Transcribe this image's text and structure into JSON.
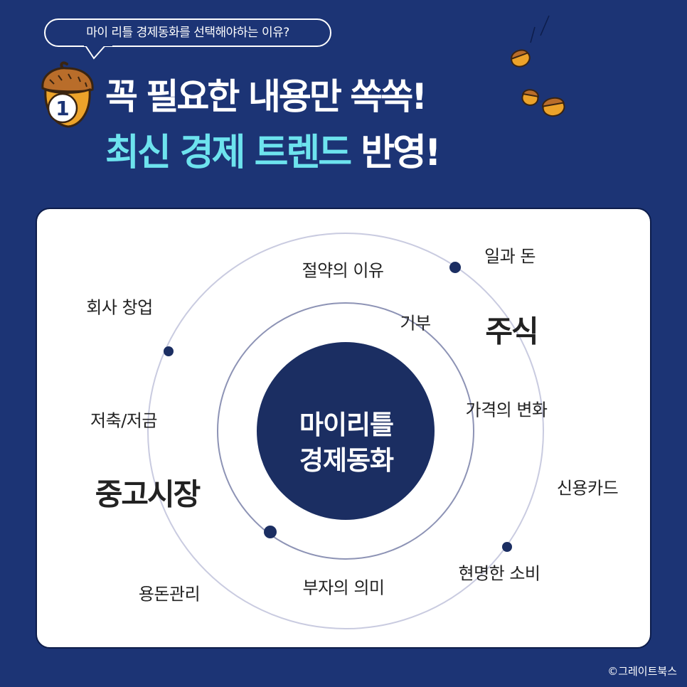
{
  "bubble_text": "마이 리틀 경제동화를 선택해야하는 이유?",
  "badge_number": "1",
  "headline_line1": "꼭 필요한 내용만 쏙쏙!",
  "headline_line2_highlight": "최신 경제 트렌드",
  "headline_line2_rest": " 반영!",
  "center_line1": "마이리틀",
  "center_line2": "경제동화",
  "words": {
    "w1": "절약의 이유",
    "w2": "일과 돈",
    "w3": "회사 창업",
    "w4": "기부",
    "w5": "주식",
    "w6": "가격의 변화",
    "w7": "저축/저금",
    "w8": "중고시장",
    "w9": "신용카드",
    "w10": "현명한 소비",
    "w11": "부자의 의미",
    "w12": "용돈관리"
  },
  "copyright": "©그레이트북스",
  "colors": {
    "background": "#1c3475",
    "highlight": "#6de3ee",
    "center_circle": "#1b2e62",
    "acorn": "#eca32a"
  }
}
